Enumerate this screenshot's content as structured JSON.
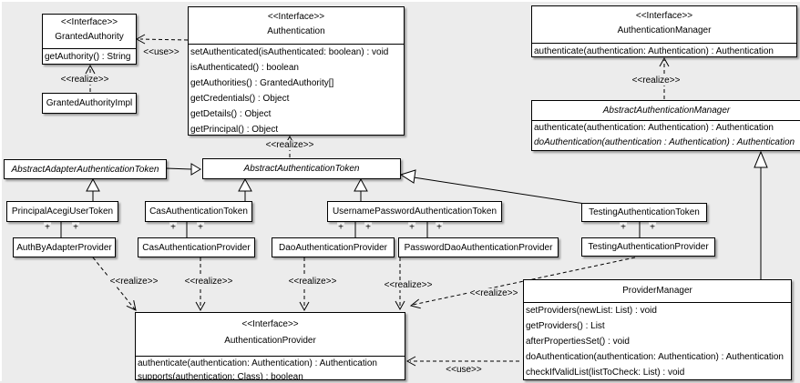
{
  "diagram": {
    "background": "#ececec",
    "box_fill": "#ffffff",
    "border_color": "#000000"
  },
  "labels": {
    "use": "<<use>>",
    "realize": "<<realize>>",
    "plus": "+"
  },
  "classes": {
    "granted_authority": {
      "stereotype": "<<Interface>>",
      "name": "GrantedAuthority",
      "methods": [
        "getAuthority() : String"
      ]
    },
    "granted_authority_impl": {
      "name": "GrantedAuthorityImpl"
    },
    "authentication": {
      "stereotype": "<<Interface>>",
      "name": "Authentication",
      "methods": [
        "setAuthenticated(isAuthenticated: boolean) : void",
        "isAuthenticated() : boolean",
        "getAuthorities() : GrantedAuthority[]",
        "getCredentials() : Object",
        "getDetails() : Object",
        "getPrincipal() : Object"
      ]
    },
    "authentication_manager": {
      "stereotype": "<<Interface>>",
      "name": "AuthenticationManager",
      "methods": [
        "authenticate(authentication: Authentication) : Authentication"
      ]
    },
    "abstract_authentication_manager": {
      "name": "AbstractAuthenticationManager",
      "methods": [
        "authenticate(authentication: Authentication) : Authentication",
        "doAuthentication(authentication : Authentication) : Authentication"
      ]
    },
    "abstract_adapter_authentication_token": {
      "name": "AbstractAdapterAuthenticationToken"
    },
    "abstract_authentication_token": {
      "name": "AbstractAuthenticationToken"
    },
    "principal_acegi_user_token": {
      "name": "PrincipalAcegiUserToken"
    },
    "cas_authentication_token": {
      "name": "CasAuthenticationToken"
    },
    "username_password_authentication_token": {
      "name": "UsernamePasswordAuthenticationToken"
    },
    "testing_authentication_token": {
      "name": "TestingAuthenticationToken"
    },
    "auth_by_adapter_provider": {
      "name": "AuthByAdapterProvider"
    },
    "cas_authentication_provider": {
      "name": "CasAuthenticationProvider"
    },
    "dao_authentication_provider": {
      "name": "DaoAuthenticationProvider"
    },
    "password_dao_authentication_provider": {
      "name": "PasswordDaoAuthenticationProvider"
    },
    "testing_authentication_provider": {
      "name": "TestingAuthenticationProvider"
    },
    "authentication_provider": {
      "stereotype": "<<Interface>>",
      "name": "AuthenticationProvider",
      "methods": [
        "authenticate(authentication: Authentication) : Authentication",
        "supports(authentication: Class) : boolean"
      ]
    },
    "provider_manager": {
      "name": "ProviderManager",
      "methods": [
        "setProviders(newList: List) : void",
        "getProviders() : List",
        "afterPropertiesSet() : void",
        "doAuthentication(authentication: Authentication) : Authentication",
        "checkIfValidList(listToCheck: List) : void"
      ]
    }
  }
}
